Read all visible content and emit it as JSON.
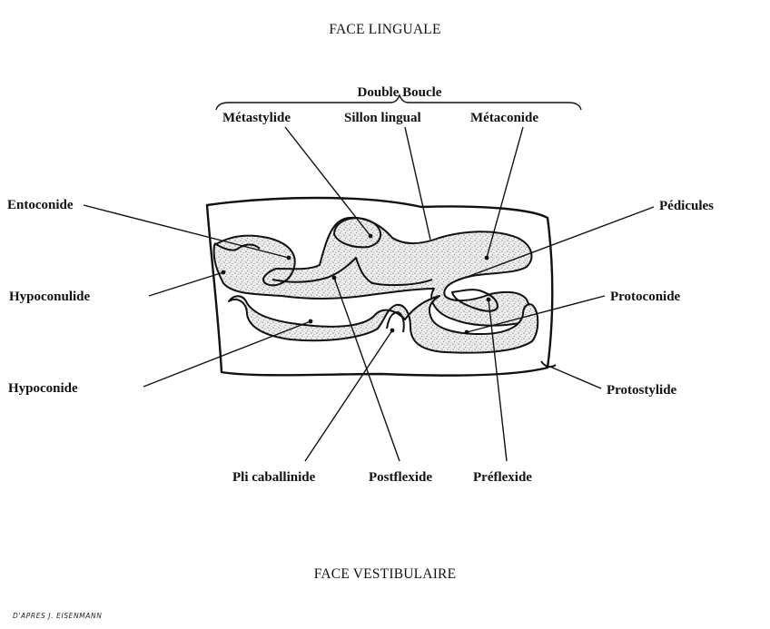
{
  "titles": {
    "top": "FACE LINGUALE",
    "bottom": "FACE VESTIBULAIRE"
  },
  "group": {
    "label": "Double Boucle"
  },
  "labels": {
    "metastylide": "Métastylide",
    "sillon_lingual": "Sillon lingual",
    "metaconide": "Métaconide",
    "entoconide": "Entoconide",
    "pedicules": "Pédicules",
    "hypoconulide": "Hypoconulide",
    "protoconide": "Protoconide",
    "hypoconide": "Hypoconide",
    "protostylide": "Protostylide",
    "pli_caballinide": "Pli caballinide",
    "postflexide": "Postflexide",
    "preflexide": "Préflexide"
  },
  "credit": "D'APRES J. EISENMANN",
  "colors": {
    "ink": "#111111",
    "stipple": "#9a9a9a",
    "background": "#ffffff"
  }
}
